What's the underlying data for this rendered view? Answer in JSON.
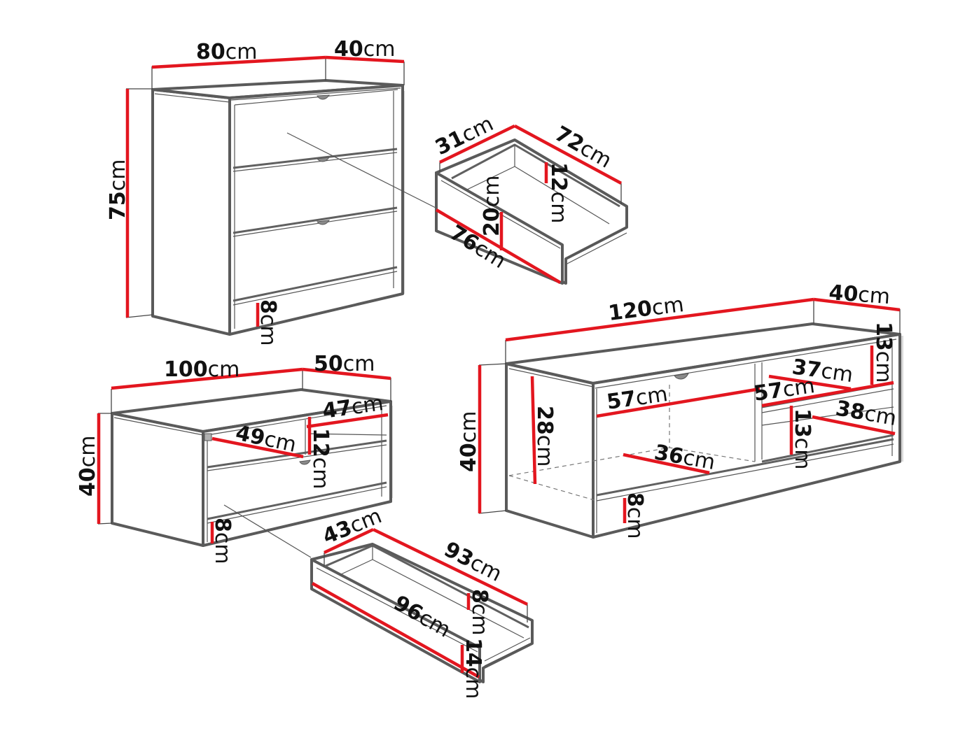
{
  "diagram": {
    "type": "furniture-dimensions",
    "colors": {
      "dimension_line": "#e3161f",
      "outline": "#5a5a5a",
      "text": "#111111",
      "background": "#ffffff"
    },
    "unit": "cm",
    "chest_of_drawers": {
      "width": {
        "value": "80",
        "unit": "cm"
      },
      "depth": {
        "value": "40",
        "unit": "cm"
      },
      "height": {
        "value": "75",
        "unit": "cm"
      },
      "plinth": {
        "value": "8",
        "unit": "cm"
      },
      "drawer_count": 3
    },
    "chest_drawer_detail": {
      "front_width": {
        "value": "76",
        "unit": "cm"
      },
      "front_height": {
        "value": "20",
        "unit": "cm"
      },
      "inner_depth": {
        "value": "31",
        "unit": "cm"
      },
      "inner_length": {
        "value": "72",
        "unit": "cm"
      },
      "inner_height": {
        "value": "12",
        "unit": "cm"
      }
    },
    "low_cabinet": {
      "width": {
        "value": "100",
        "unit": "cm"
      },
      "depth": {
        "value": "50",
        "unit": "cm"
      },
      "height": {
        "value": "40",
        "unit": "cm"
      },
      "plinth": {
        "value": "8",
        "unit": "cm"
      },
      "shelf_width": {
        "value": "49",
        "unit": "cm"
      },
      "shelf_depth": {
        "value": "47",
        "unit": "cm"
      },
      "shelf_height": {
        "value": "12",
        "unit": "cm"
      }
    },
    "low_cabinet_drawer": {
      "inner_depth": {
        "value": "43",
        "unit": "cm"
      },
      "inner_length": {
        "value": "93",
        "unit": "cm"
      },
      "inner_height": {
        "value": "8",
        "unit": "cm"
      },
      "front_width": {
        "value": "96",
        "unit": "cm"
      },
      "front_height": {
        "value": "14",
        "unit": "cm"
      }
    },
    "tv_stand": {
      "width": {
        "value": "120",
        "unit": "cm"
      },
      "depth": {
        "value": "40",
        "unit": "cm"
      },
      "height": {
        "value": "40",
        "unit": "cm"
      },
      "plinth": {
        "value": "8",
        "unit": "cm"
      },
      "main_compartment_height": {
        "value": "28",
        "unit": "cm"
      },
      "main_compartment_width": {
        "value": "57",
        "unit": "cm"
      },
      "main_compartment_depth": {
        "value": "36",
        "unit": "cm"
      },
      "side_top_height": {
        "value": "13",
        "unit": "cm"
      },
      "side_top_depth": {
        "value": "37",
        "unit": "cm"
      },
      "side_shelf_width": {
        "value": "57",
        "unit": "cm"
      },
      "side_bottom_height": {
        "value": "13",
        "unit": "cm"
      },
      "side_bottom_depth": {
        "value": "38",
        "unit": "cm"
      }
    }
  }
}
